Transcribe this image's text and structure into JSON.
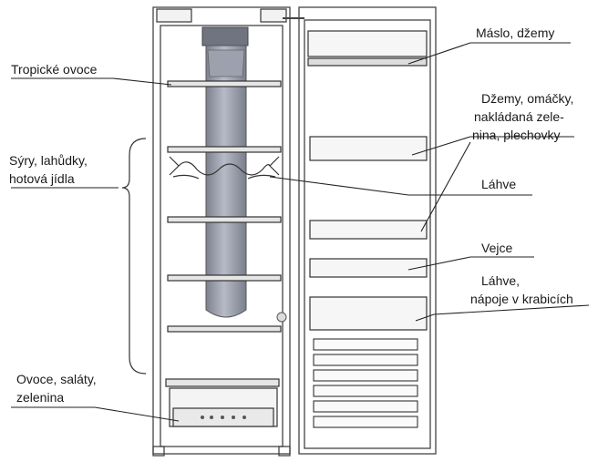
{
  "labels_left": {
    "tropical": "Tropické ovoce",
    "cheese_line1": "Sýry, lahůdky,",
    "cheese_line2": "hotová jídla",
    "veg_line1": "Ovoce, saláty,",
    "veg_line2": "zelenina"
  },
  "labels_right": {
    "butter": "Máslo, džemy",
    "jams_line1": "Džemy, omáčky,",
    "jams_line2": "nakládaná zele-",
    "jams_line3": "nina, plechovky",
    "bottles": "Láhve",
    "eggs": "Vejce",
    "bottles2_line1": "Láhve,",
    "bottles2_line2": "nápoje v krabicích"
  },
  "colors": {
    "line": "#222222",
    "frame": "#444444",
    "duct": "#8a8f9b",
    "duct_light": "#b8bcc6",
    "shelf": "#d9d9d9"
  }
}
